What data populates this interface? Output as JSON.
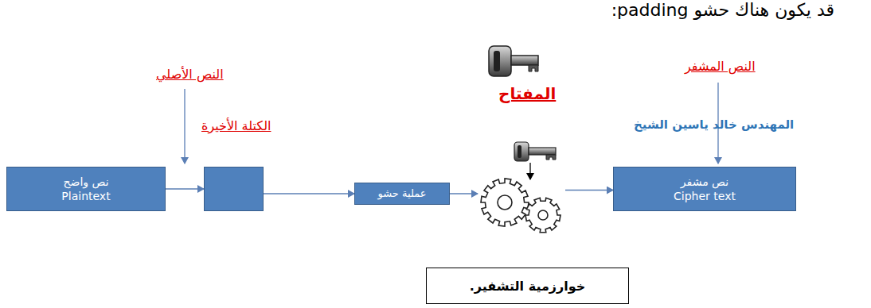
{
  "diagram": {
    "title": "قد يكون هناك حشو padding:",
    "nodes": [
      {
        "text": [
          "نص واضح Plaintext"
        ]
      },
      {
        "text": [
          "الكتلة الأخيرة"
        ]
      },
      {
        "text": [
          "عملية حشو"
        ]
      },
      {
        "text": [
          "خوارزمية التشفير."
        ]
      },
      {
        "text": [
          "نص مشفر Cipher text"
        ]
      }
    ],
    "edges": [
      {
        "from": 0,
        "to": 1,
        "arrow": "to"
      },
      {
        "from": 1,
        "to": 2,
        "arrow": "to"
      },
      {
        "from": 2,
        "to": 3,
        "arrow": "to"
      },
      {
        "from": 3,
        "to": 4,
        "arrow": "to"
      }
    ],
    "labels": [
      "النص الأصلي",
      "المفتاح",
      "النص المشفر",
      "المهندس خالد ياسين الشيخ"
    ]
  }
}
